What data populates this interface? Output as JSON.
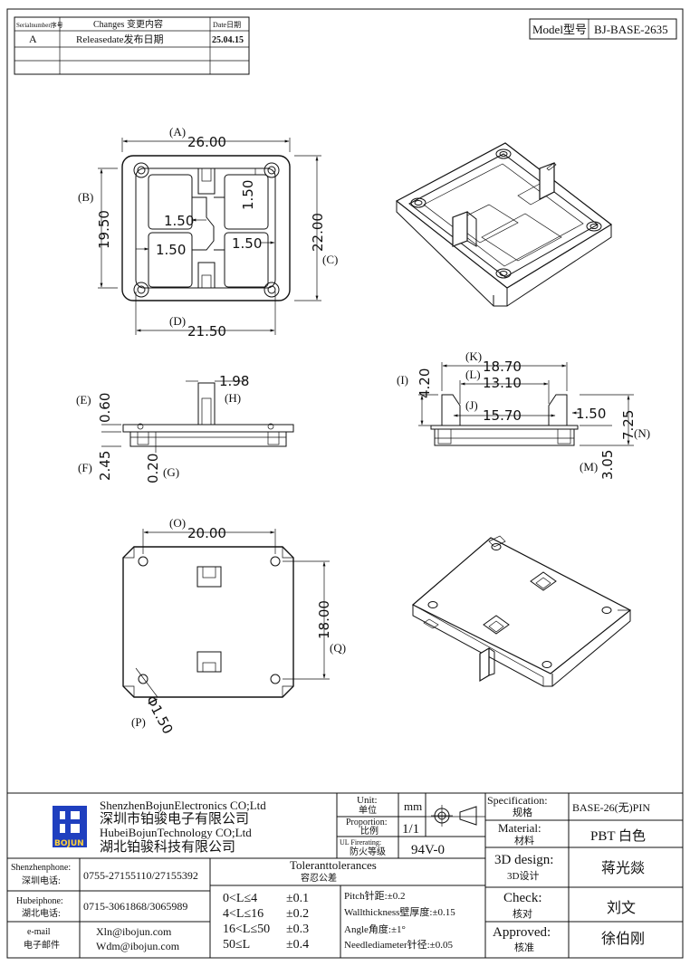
{
  "revision_table": {
    "headers": [
      "Serialnumber序号",
      "Changes  变更内容",
      "Date日期"
    ],
    "rows": [
      [
        "A",
        "Releasedate发布日期",
        "25.04.15"
      ],
      [
        "",
        "",
        ""
      ],
      [
        "",
        "",
        ""
      ]
    ]
  },
  "model": {
    "label": "Model型号",
    "value": "BJ-BASE-2635"
  },
  "dimensions": {
    "A": "26.00",
    "B": "19.50",
    "C": "22.00",
    "D": "21.50",
    "inner_1": "1.50",
    "inner_2": "1.50",
    "inner_3": "1.50",
    "inner_4": "1.50",
    "H": "1.98",
    "E": "0.60",
    "F": "2.45",
    "G": "0.20",
    "K": "18.70",
    "L": "13.10",
    "J": "15.70",
    "I": "4.20",
    "side_150": "1.50",
    "N": "7.25",
    "M": "3.05",
    "O": "20.00",
    "Q": "18.00",
    "P": "Φ1.50"
  },
  "refs": {
    "A": "(A)",
    "B": "(B)",
    "C": "(C)",
    "D": "(D)",
    "E": "(E)",
    "F": "(F)",
    "G": "(G)",
    "H": "(H)",
    "I": "(I)",
    "J": "(J)",
    "K": "(K)",
    "L": "(L)",
    "M": "(M)",
    "N": "(N)",
    "O": "(O)",
    "P": "(P)",
    "Q": "(Q)"
  },
  "title_block": {
    "logo_text": "BOJUN",
    "company_en_1": "ShenzhenBojunElectronics CO;Ltd",
    "company_cn_1": "深圳市铂骏电子有限公司",
    "company_en_2": "HubeiBojunTechnology CO;Ltd",
    "company_cn_2": "湖北铂骏科技有限公司",
    "unit_label_en": "Unit:",
    "unit_label_cn": "单位",
    "unit_value": "mm",
    "proportion_label_en": "Proportion:",
    "proportion_label_cn": "比例",
    "proportion_value": "1/1",
    "ul_label_en": "UL Firerating:",
    "ul_label_cn": "防火等级",
    "ul_value": "94V-0",
    "spec_label_en": "Specification:",
    "spec_label_cn": "规格",
    "spec_value": "BASE-26(无)PIN",
    "material_label_en": "Material:",
    "material_label_cn": "材料",
    "material_value": "PBT 白色",
    "design_label_en": "3D design:",
    "design_label_cn": "3D设计",
    "design_value": "蒋光燚",
    "check_label_en": "Check:",
    "check_label_cn": "核对",
    "check_value": "刘文",
    "approved_label_en": "Approved:",
    "approved_label_cn": "核准",
    "approved_value": "徐伯刚",
    "contacts": [
      {
        "label_en": "Shenzhenphone:",
        "label_cn": "深圳电话:",
        "value": "0755-27155110/27155392"
      },
      {
        "label_en": "Hubeiphone:",
        "label_cn": "湖北电话:",
        "value": "0715-3061868/3065989"
      },
      {
        "label_en": "e-mail",
        "label_cn": "电子邮件",
        "value": "Xln@ibojun.com",
        "value2": "Wdm@ibojun.com"
      }
    ],
    "tolerance_title_en": "Toleranttolerances",
    "tolerance_title_cn": "容忍公差",
    "tolerances": [
      {
        "range": "0<L≤4",
        "value": "±0.1"
      },
      {
        "range": "4<L≤16",
        "value": "±0.2"
      },
      {
        "range": "16<L≤50",
        "value": "±0.3"
      },
      {
        "range": "50≤L",
        "value": "±0.4"
      }
    ],
    "notes": [
      "Pitch针距:±0.2",
      "Wallthickness壁厚度:±0.15",
      "Angle角度:±1°",
      "Needlediameter针径:±0.05"
    ]
  }
}
